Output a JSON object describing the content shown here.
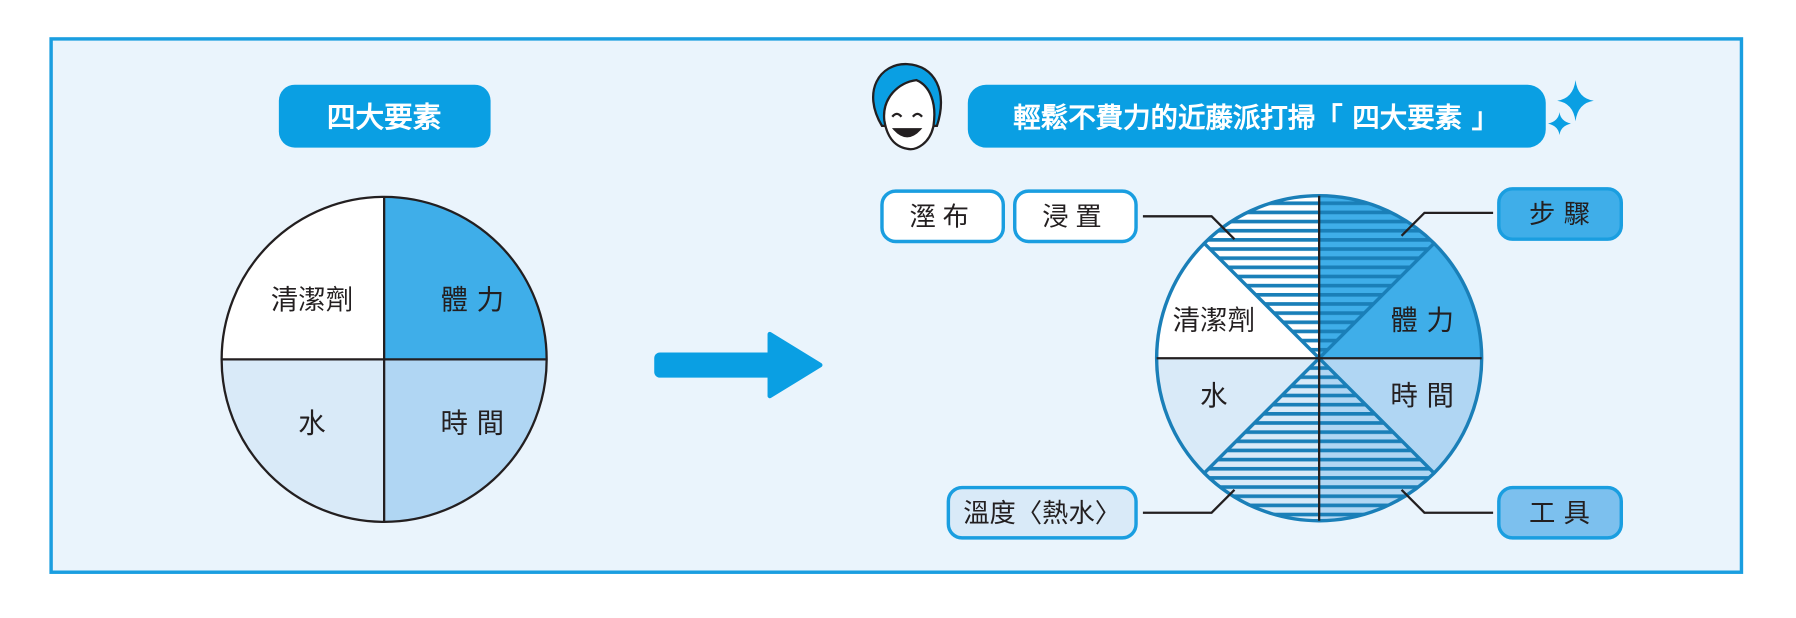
{
  "left": {
    "title": "四大要素",
    "quadrants": {
      "top_left": "清潔劑",
      "top_right": "體 力",
      "bottom_left": "水",
      "bottom_right": "時 間"
    }
  },
  "right": {
    "title": "輕鬆不費力的近藤派打掃「 四大要素 」",
    "sectors": {
      "left_upper": "清潔劑",
      "right_upper": "體 力",
      "left_lower": "水",
      "right_lower": "時 間"
    },
    "callouts": {
      "wet_cloth": "溼布",
      "soak": "浸置",
      "steps": "步 驟",
      "temperature": "溫度〈熱水〉",
      "tools": "工 具"
    }
  },
  "colors": {
    "frame": "#1a9ee0",
    "background": "#eaf4fc",
    "accent": "#0a9fe3",
    "blue_strong": "#3faee9",
    "blue_mid": "#b0d6f3",
    "blue_light": "#d9eaf8",
    "stripe": "#1a7fb8"
  }
}
